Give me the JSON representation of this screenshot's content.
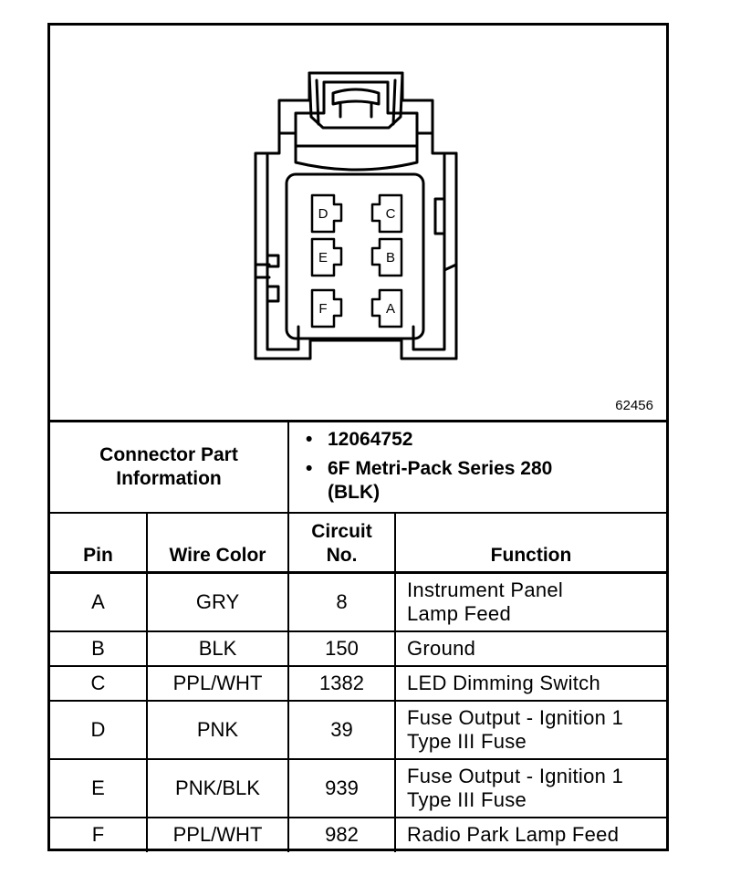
{
  "figure_number": "62456",
  "connector": {
    "cavities": [
      {
        "label": "D"
      },
      {
        "label": "C"
      },
      {
        "label": "E"
      },
      {
        "label": "B"
      },
      {
        "label": "F"
      },
      {
        "label": "A"
      }
    ]
  },
  "part_info": {
    "label": "Connector Part Information",
    "label_line1": "Connector Part",
    "label_line2": "Information",
    "items": [
      "12064752",
      "6F Metri-Pack Series 280 (BLK)"
    ]
  },
  "columns": {
    "pin": "Pin",
    "wire_color": "Wire Color",
    "circuit_no": "Circuit No.",
    "circuit_no_line1": "Circuit",
    "circuit_no_line2": "No.",
    "function": "Function"
  },
  "rows": [
    {
      "pin": "A",
      "wire_color": "GRY",
      "circuit": "8",
      "function_lines": [
        "Instrument Panel",
        "Lamp Feed"
      ]
    },
    {
      "pin": "B",
      "wire_color": "BLK",
      "circuit": "150",
      "function_lines": [
        "Ground"
      ]
    },
    {
      "pin": "C",
      "wire_color": "PPL/WHT",
      "circuit": "1382",
      "function_lines": [
        "LED Dimming Switch"
      ]
    },
    {
      "pin": "D",
      "wire_color": "PNK",
      "circuit": "39",
      "function_lines": [
        "Fuse Output - Ignition 1",
        "Type III Fuse"
      ]
    },
    {
      "pin": "E",
      "wire_color": "PNK/BLK",
      "circuit": "939",
      "function_lines": [
        "Fuse Output - Ignition 1",
        "Type III Fuse"
      ]
    },
    {
      "pin": "F",
      "wire_color": "PPL/WHT",
      "circuit": "982",
      "function_lines": [
        "Radio Park Lamp Feed"
      ]
    }
  ]
}
